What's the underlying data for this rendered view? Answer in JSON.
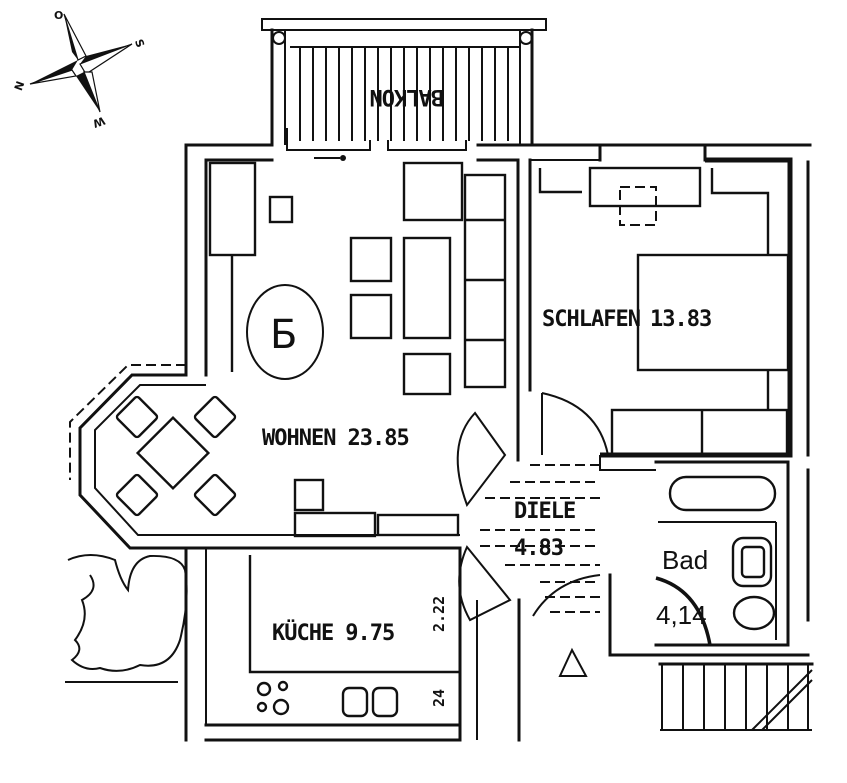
{
  "compass": {
    "north": "N",
    "east": "O",
    "south": "S",
    "west": "W"
  },
  "balcony": {
    "label": "BALKON"
  },
  "apartment_marker": "Б",
  "rooms": [
    {
      "id": "wohnen",
      "name": "WOHNEN",
      "area": "23.85"
    },
    {
      "id": "schlafen",
      "name": "SCHLAFEN",
      "area": "13.83"
    },
    {
      "id": "diele",
      "name": "DIELE",
      "area": "4.83"
    },
    {
      "id": "kueche",
      "name": "KÜCHE",
      "area": "9.75"
    },
    {
      "id": "bad",
      "name": "Bad",
      "area": "4,14"
    }
  ],
  "dimensions": {
    "kitchen_vertical_1": "2.22",
    "kitchen_vertical_2": "24"
  },
  "colors": {
    "line": "#111111",
    "background": "#ffffff"
  }
}
